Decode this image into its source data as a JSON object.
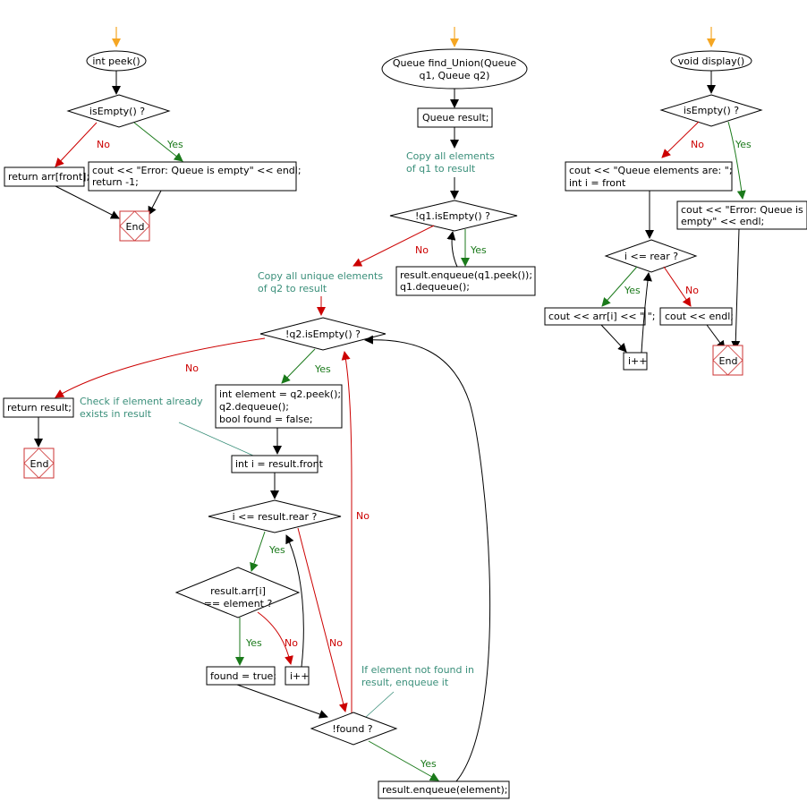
{
  "peek": {
    "start": "int peek()",
    "cond": "isEmpty() ?",
    "no": "No",
    "yes": "Yes",
    "ret_front": "return arr[front];",
    "err_line1": "cout << \"Error: Queue is empty\" << endl;",
    "err_line2": "return -1;",
    "end": "End"
  },
  "union": {
    "start_line1": "Queue find_Union(Queue",
    "start_line2": "q1, Queue q2)",
    "decl": "Queue result;",
    "c1_line1": "Copy all elements",
    "c1_line2": "of q1 to result",
    "q1_cond": "!q1.isEmpty() ?",
    "q1_yes": "Yes",
    "q1_no": "No",
    "q1_body1": "result.enqueue(q1.peek());",
    "q1_body2": "q1.dequeue();",
    "c2_line1": "Copy all unique elements",
    "c2_line2": "of q2 to result",
    "q2_cond": "!q2.isEmpty() ?",
    "q2_no": "No",
    "q2_yes": "Yes",
    "ret": "return result;",
    "end": "End",
    "c3_line1": "Check if element already",
    "c3_line2": "exists in result",
    "body1": "int element = q2.peek();",
    "body2": "q2.dequeue();",
    "body3": "bool found = false;",
    "init_i": "int i = result.front",
    "i_cond": "i <= result.rear ?",
    "i_yes": "Yes",
    "i_no": "No",
    "outer_no": "No",
    "match_line1": "result.arr[i]",
    "match_line2": "== element ?",
    "match_yes": "Yes",
    "match_no": "No",
    "found_true": "found = true;",
    "incr": "i++",
    "c4_line1": "If element not found in",
    "c4_line2": "result, enqueue it",
    "found_cond": "!found ?",
    "found_yes": "Yes",
    "enqueue": "result.enqueue(element);"
  },
  "display": {
    "start": "void display()",
    "cond": "isEmpty() ?",
    "no": "No",
    "yes": "Yes",
    "init_line1": "cout << \"Queue elements are: \";",
    "init_line2": "int i = front",
    "err_line1": "cout << \"Error: Queue is",
    "err_line2": "empty\" << endl;",
    "loop_cond": "i <= rear ?",
    "loop_yes": "Yes",
    "loop_no": "No",
    "print": "cout << arr[i] << \" \";",
    "endl": "cout << endl;",
    "incr": "i++",
    "end": "End"
  },
  "colors": {
    "yes": "#1b7a1b",
    "no": "#cc0000",
    "comment": "#3a8f7a",
    "start_arrow": "#f5a623"
  }
}
